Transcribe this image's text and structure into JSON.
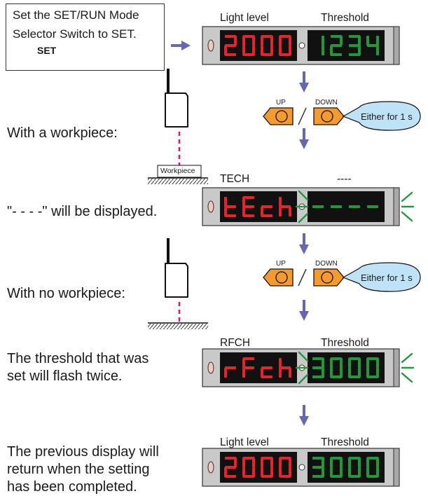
{
  "mode_box": {
    "line1": "Set the SET/RUN Mode",
    "line2": "Selector Switch to SET.",
    "switch_label": "SET"
  },
  "steps": {
    "with_workpiece": "With a workpiece:",
    "dashes_shown": "\"- - - -\" will be displayed.",
    "no_workpiece": "With no workpiece:",
    "threshold_flash": [
      "The threshold that was",
      "set will flash twice."
    ],
    "previous_return": [
      "The previous display will",
      "return when the setting",
      "has been completed."
    ]
  },
  "workpiece_label": "Workpiece",
  "buttons": {
    "up": "UP",
    "separator": "/",
    "down": "DOWN",
    "bubble": "Either for 1 s"
  },
  "displays": [
    {
      "left_label": "Light level",
      "right_label": "Threshold",
      "left_value": "2000",
      "right_value": "1234"
    },
    {
      "left_label": "TECH",
      "right_label": "----",
      "left_value": "tEch",
      "right_value": "----"
    },
    {
      "left_label": "RFCH",
      "right_label": "Threshold",
      "left_value": "rFch",
      "right_value": "3000"
    },
    {
      "left_label": "Light level",
      "right_label": "Threshold",
      "left_value": "2000",
      "right_value": "3000"
    }
  ],
  "colors": {
    "red_segment": "#e8242a",
    "green_segment": "#1f9a3a",
    "panel_gray": "#c9c9c9",
    "display_black": "#111111",
    "arrow": "#6467b3",
    "button_orange": "#f59a2d",
    "bubble_fill": "#bfe3f6",
    "beam": "#d4137c"
  }
}
